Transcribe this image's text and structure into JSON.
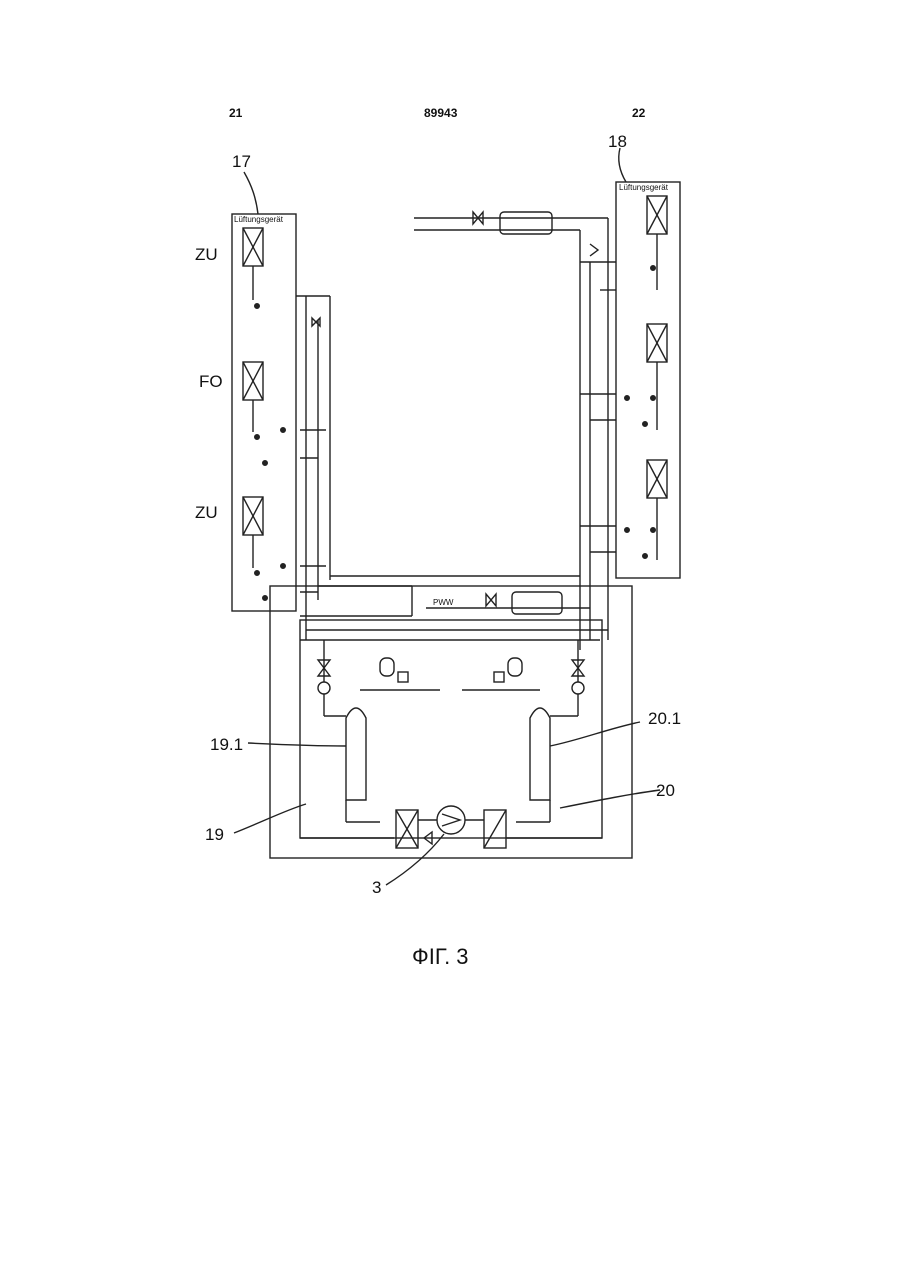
{
  "header": {
    "page_left": "21",
    "doc_number": "89943",
    "page_right": "22"
  },
  "labels": {
    "unit_left": "17",
    "unit_right": "18",
    "device_left": "Lüftungsgerät",
    "device_right": "Lüftungsgerät",
    "zu_top": "ZU",
    "fo": "FO",
    "zu_bottom": "ZU",
    "pww": "PWW",
    "tank_left": "19.1",
    "tank_right": "20.1",
    "module_left": "19",
    "module_right": "20",
    "compressor": "3"
  },
  "caption": "ФIГ. 3"
}
